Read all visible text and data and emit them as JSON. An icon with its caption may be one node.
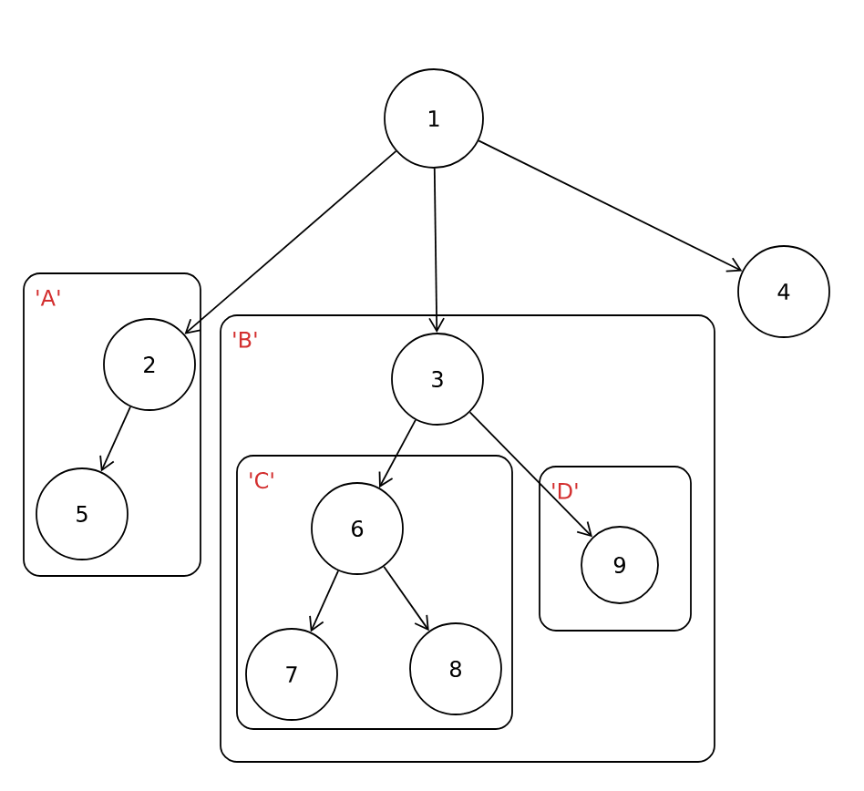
{
  "diagram": {
    "nodes": [
      {
        "text": [
          "1"
        ]
      },
      {
        "text": [
          "4"
        ]
      },
      {
        "text": [
          "'A'"
        ]
      },
      {
        "text": [
          "2"
        ],
        "in": 2
      },
      {
        "text": [
          "5"
        ],
        "in": 2
      },
      {
        "text": [
          "'B'"
        ]
      },
      {
        "text": [
          "3"
        ],
        "in": 5
      },
      {
        "text": [
          "'C'"
        ],
        "in": 5
      },
      {
        "text": [
          "6"
        ],
        "in": 7
      },
      {
        "text": [
          "7"
        ],
        "in": 7
      },
      {
        "text": [
          "8"
        ],
        "in": 7
      },
      {
        "text": [
          "'D'"
        ],
        "in": 5
      },
      {
        "text": [
          "9"
        ],
        "in": 11
      }
    ],
    "edges": [
      {
        "from": 0,
        "to": 3,
        "arrow": "to"
      },
      {
        "from": 0,
        "to": 6,
        "arrow": "to"
      },
      {
        "from": 0,
        "to": 1,
        "arrow": "to"
      },
      {
        "from": 3,
        "to": 4,
        "arrow": "to"
      },
      {
        "from": 6,
        "to": 8,
        "arrow": "to"
      },
      {
        "from": 6,
        "to": 12,
        "arrow": "to"
      },
      {
        "from": 8,
        "to": 9,
        "arrow": "to"
      },
      {
        "from": 8,
        "to": 10,
        "arrow": "to"
      }
    ]
  }
}
